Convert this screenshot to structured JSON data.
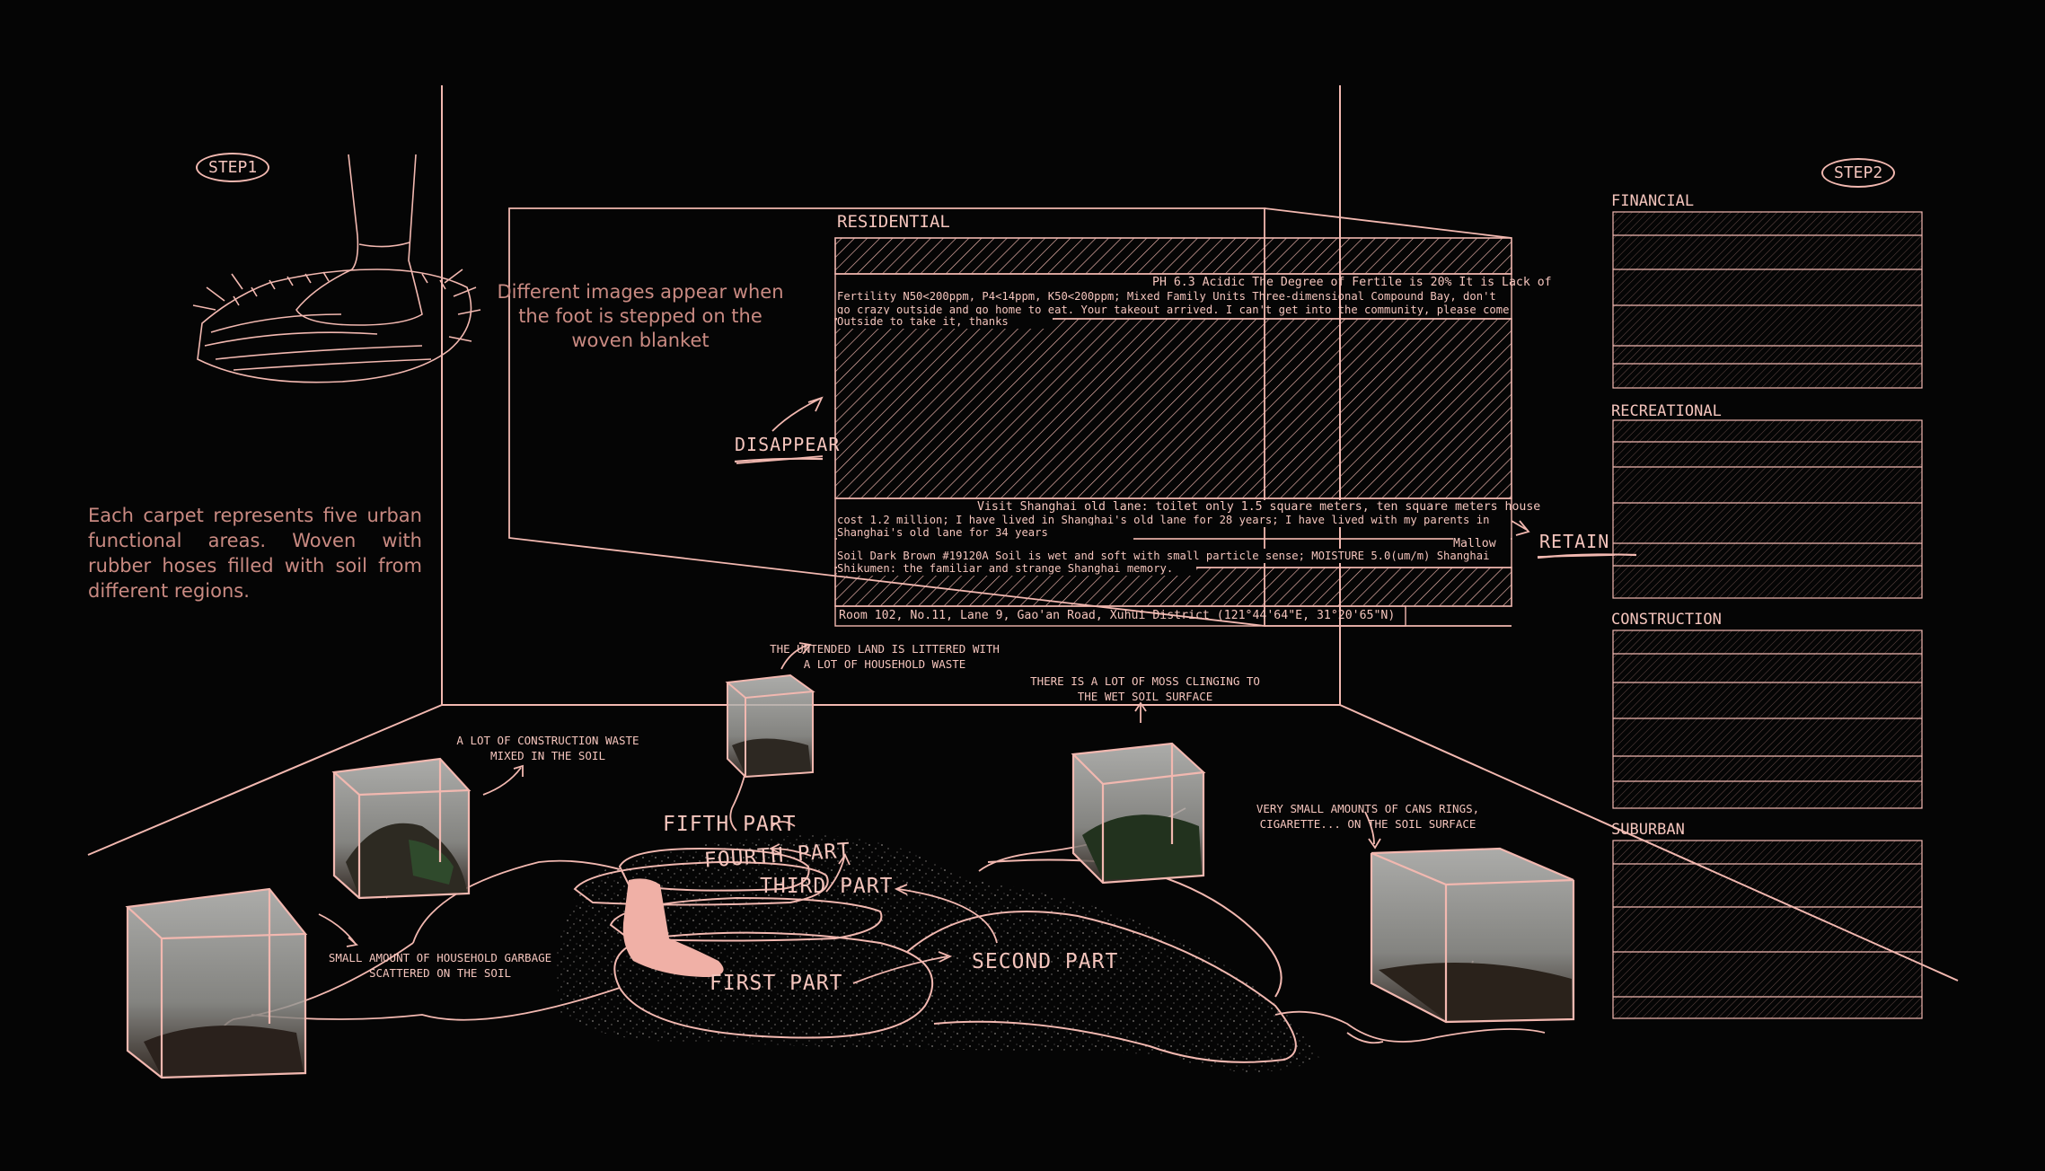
{
  "step1": {
    "label": "STEP1"
  },
  "step2": {
    "label": "STEP2"
  },
  "intro_text": "Each carpet represents five urban functional areas. Woven with rubber hoses filled with soil from different regions.",
  "foot_note": "Different images appear when the foot is stepped on the woven blanket",
  "disappear_label": "DISAPPEAR",
  "retain_label": "RETAIN",
  "residential": {
    "title": "RESIDENTIAL",
    "line_1": "PH 6.3 Acidic The Degree of Fertile is 20% It is Lack of",
    "line_2": "Fertility N50<200ppm, P4<14ppm, K50<200ppm; Mixed Family Units Three-dimensional Compound Bay, don't",
    "line_3": "go crazy outside and go home to eat. Your takeout arrived. I can't get into the community, please come",
    "line_4": "Outside to take it, thanks",
    "line_5": "Visit Shanghai old lane: toilet only 1.5 square meters, ten square meters house",
    "line_6": "cost 1.2 million; I have lived in Shanghai's old lane for 28 years; I have lived with my parents in",
    "line_7": "Shanghai's old lane for 34 years",
    "line_8": "Mallow",
    "line_9": "Soil Dark Brown #19120A Soil is wet and soft with small particle sense; MOISTURE 5.0(um/m) Shanghai",
    "line_10": "Shikumen: the familiar and strange Shanghai memory.",
    "address": "Room 102, No.11, Lane 9, Gao'an Road, Xuhui District (121°44'64\"E, 31°20'65\"N)"
  },
  "side_panels": [
    {
      "title": "FINANCIAL"
    },
    {
      "title": "RECREATIONAL"
    },
    {
      "title": "CONSTRUCTION"
    },
    {
      "title": "SUBURBAN"
    }
  ],
  "soil_notes": {
    "household_waste": "THE UNTENDED LAND IS LITTERED WITH A LOT OF HOUSEHOLD WASTE",
    "moss": "THERE IS A LOT OF MOSS CLINGING TO THE WET SOIL SURFACE",
    "construction_waste": "A LOT OF CONSTRUCTION WASTE MIXED IN THE SOIL",
    "cans": "VERY SMALL AMOUNTS OF CANS RINGS, CIGARETTE... ON THE SOIL SURFACE",
    "garbage": "SMALL AMOUNT OF HOUSEHOLD GARBAGE SCATTERED ON THE SOIL"
  },
  "parts": {
    "fifth": "FIFTH PART",
    "fourth": "FOURTH PART",
    "third": "THIRD PART",
    "second": "SECOND PART",
    "first": "FIRST PART"
  },
  "colors": {
    "line": "#f2b8b0",
    "text": "#f5c5bd",
    "muted": "#c98a82",
    "background": "#050505",
    "foot": "#f0b0a6"
  }
}
